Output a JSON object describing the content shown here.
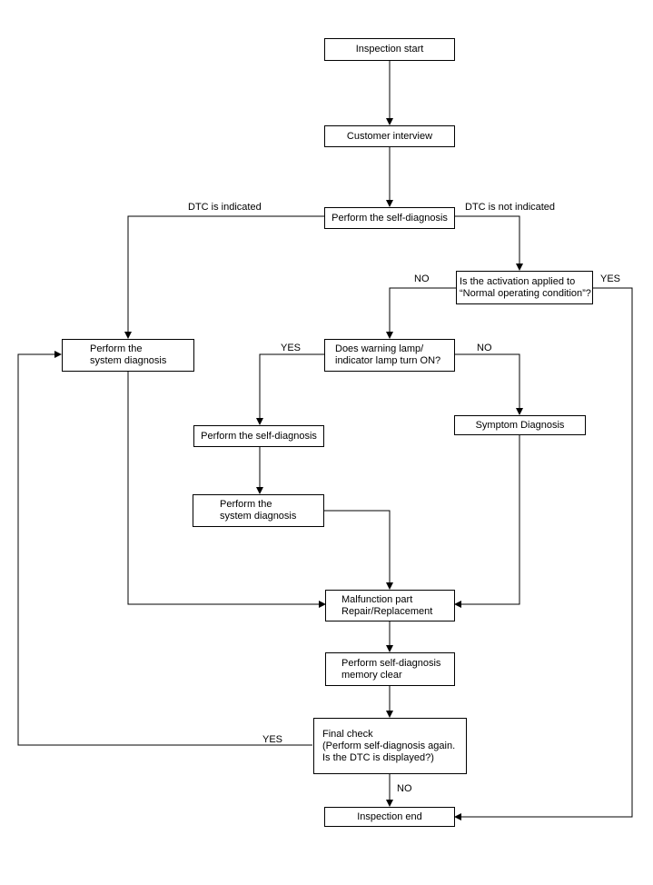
{
  "nodes": {
    "inspection_start": "Inspection start",
    "customer_interview": "Customer interview",
    "self_diagnosis_top": "Perform the self-diagnosis",
    "activation_question": [
      "Is the activation applied to",
      "“Normal operating condition”?"
    ],
    "system_diagnosis_left": [
      "Perform the",
      "system diagnosis"
    ],
    "warning_lamp_question": [
      "Does warning lamp/",
      "indicator lamp turn ON?"
    ],
    "self_diagnosis_mid": "Perform the self-diagnosis",
    "symptom_diagnosis": "Symptom Diagnosis",
    "system_diagnosis_mid": [
      "Perform the",
      "system diagnosis"
    ],
    "malfunction_repair": [
      "Malfunction part",
      "Repair/Replacement"
    ],
    "memory_clear": [
      "Perform self-diagnosis",
      "memory clear"
    ],
    "final_check": [
      "Final check",
      "(Perform self-diagnosis again.",
      "Is the DTC is displayed?)"
    ],
    "inspection_end": "Inspection end"
  },
  "labels": {
    "dtc_indicated": "DTC is indicated",
    "dtc_not_indicated": "DTC is not indicated",
    "activation_no": "NO",
    "activation_yes": "YES",
    "lamp_yes": "YES",
    "lamp_no": "NO",
    "final_yes": "YES",
    "final_no": "NO"
  }
}
